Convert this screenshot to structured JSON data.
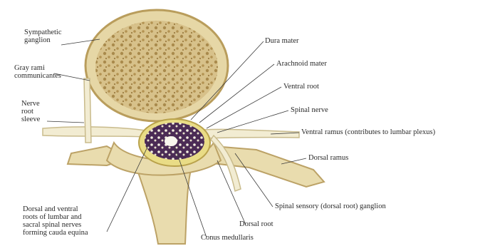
{
  "labels": {
    "sympathetic_ganglion": "Sympathetic\nganglion",
    "gray_rami": "Gray rami\ncommunicantes",
    "nerve_root_sleeve": "Nerve\nroot\nsleeve",
    "dura_mater": "Dura mater",
    "arachnoid_mater": "Arachnoid mater",
    "ventral_root": "Ventral root",
    "spinal_nerve": "Spinal nerve",
    "ventral_ramus": "Ventral ramus (contributes to lumbar plexus)",
    "dorsal_ramus": "Dorsal ramus",
    "spinal_sensory_ganglion": "Spinal sensory (dorsal root) ganglion",
    "dorsal_root": "Dorsal root",
    "conus_medullaris": "Conus medullaris",
    "cauda_equina": "Dorsal and ventral\nroots of lumbar and\nsacral spinal nerves\nforming cauda equina"
  },
  "colors": {
    "bone": "#e6d7a6",
    "bone_dark": "#b99d5c",
    "cancellous": "#c9ad6e",
    "dura": "#e9dc86",
    "csf": "#4b2b55",
    "nerve": "#f2ecd2",
    "leader": "#3a3a3a"
  }
}
